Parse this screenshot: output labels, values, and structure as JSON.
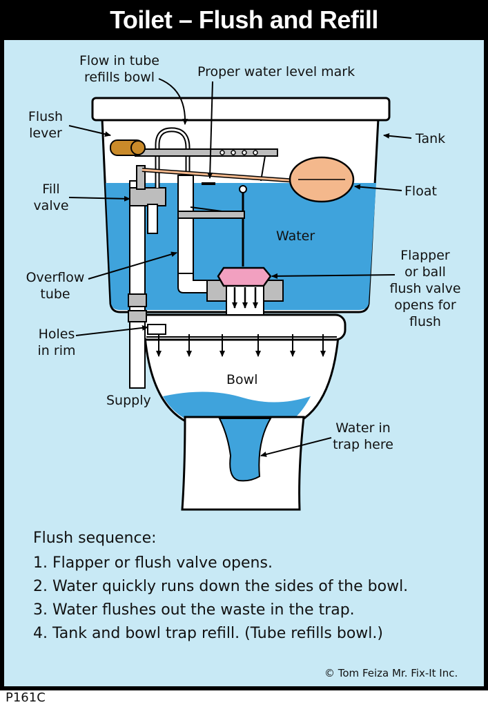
{
  "title": "Toilet – Flush and Refill",
  "labels": {
    "flow_tube": "Flow in tube\nrefills bowl",
    "water_level_mark": "Proper water level mark",
    "flush_lever": "Flush\nlever",
    "tank": "Tank",
    "fill_valve": "Fill\nvalve",
    "float": "Float",
    "water": "Water",
    "overflow_tube": "Overflow\ntube",
    "flapper": "Flapper\nor ball\nflush valve\nopens for\nflush",
    "holes_in_rim": "Holes\nin rim",
    "bowl": "Bowl",
    "supply": "Supply",
    "water_in_trap": "Water in\ntrap here"
  },
  "sequence": {
    "heading": "Flush sequence:",
    "steps": [
      "1.  Flapper or flush valve opens.",
      "2. Water quickly runs down the sides of the bowl.",
      "3. Water flushes out the waste in the trap.",
      "4. Tank and bowl trap refill. (Tube refills bowl.)"
    ]
  },
  "copyright": "© Tom Feiza Mr. Fix-It Inc.",
  "code": "P161C",
  "colors": {
    "background": "#c8e9f5",
    "water": "#3fa3dc",
    "float": "#f4b88c",
    "flapper": "#f2a0c0",
    "lever": "#c98a2a",
    "frame": "#000000"
  }
}
